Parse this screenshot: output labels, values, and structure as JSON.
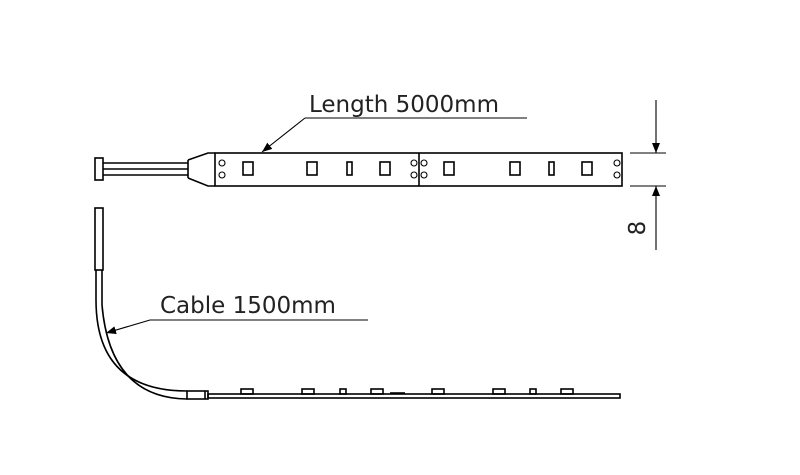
{
  "labels": {
    "length": "Length 5000mm",
    "cable": "Cable 1500mm",
    "width_dimension": "8"
  },
  "colors": {
    "line": "#000000",
    "background": "#ffffff"
  }
}
